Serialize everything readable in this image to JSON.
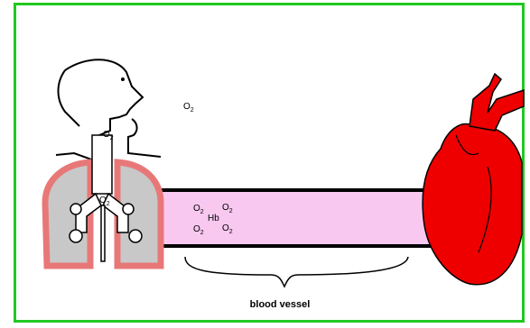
{
  "diagram": {
    "label_vessel": "blood vessel",
    "o2_base": "O",
    "o2_sub": "2",
    "hb_label": "Hb"
  },
  "colors": {
    "frame": "#22c822",
    "vessel_fill": "#f8c8f0",
    "heart": "#ee0000",
    "lung_outline": "#e87878",
    "lung_fill": "#c8c8c8"
  }
}
